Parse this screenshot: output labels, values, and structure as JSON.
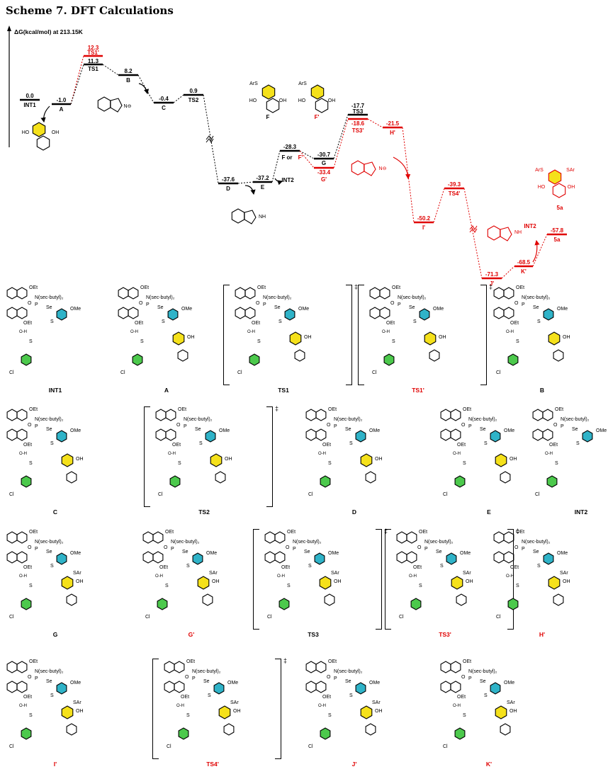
{
  "heading": "Scheme 7. DFT Calculations",
  "y_axis_label": "ΔG(kcal/mol) at 213.15K",
  "states": [
    {
      "id": "INT1",
      "energy": "0.0",
      "color": "black"
    },
    {
      "id": "A",
      "energy": "-1.0",
      "color": "black"
    },
    {
      "id": "TS1'",
      "energy": "12.3",
      "color": "red"
    },
    {
      "id": "TS1",
      "energy": "11.3",
      "color": "black"
    },
    {
      "id": "B",
      "energy": "8.2",
      "color": "black"
    },
    {
      "id": "C",
      "energy": "-0.4",
      "color": "black"
    },
    {
      "id": "TS2",
      "energy": "0.9",
      "color": "black"
    },
    {
      "id": "D",
      "energy": "-37.6",
      "color": "black"
    },
    {
      "id": "E",
      "energy": "-37.2",
      "color": "black"
    },
    {
      "id": "INT2",
      "energy": "",
      "color": "black"
    },
    {
      "id": "F or F'",
      "energy": "-28.3",
      "color": "black"
    },
    {
      "id": "G",
      "energy": "-30.7",
      "color": "black"
    },
    {
      "id": "G'",
      "energy": "-33.4",
      "color": "red"
    },
    {
      "id": "TS3",
      "energy": "-17.7",
      "color": "black"
    },
    {
      "id": "TS3'",
      "energy": "-18.6",
      "color": "red"
    },
    {
      "id": "H'",
      "energy": "-21.5",
      "color": "red"
    },
    {
      "id": "I'",
      "energy": "-50.2",
      "color": "red"
    },
    {
      "id": "TS4'",
      "energy": "-39.3",
      "color": "red"
    },
    {
      "id": "J'",
      "energy": "-71.3",
      "color": "red"
    },
    {
      "id": "K'",
      "energy": "-68.5",
      "color": "red"
    },
    {
      "id": "5a",
      "energy": "-57.8",
      "color": "red"
    }
  ],
  "inline_labels": {
    "F": "F",
    "F_prime": "F'",
    "INT2_right": "INT2",
    "product": "5a",
    "ars": "ArS",
    "sar": "SAr",
    "ho": "HO",
    "oh": "OH",
    "nh": "NH",
    "n_minus": "N⊖"
  },
  "structures": [
    {
      "label": "INT1",
      "color": "black",
      "bracket": false
    },
    {
      "label": "A",
      "color": "black",
      "bracket": false
    },
    {
      "label": "TS1",
      "color": "black",
      "bracket": true
    },
    {
      "label": "TS1'",
      "color": "red",
      "bracket": true
    },
    {
      "label": "B",
      "color": "black",
      "bracket": false
    },
    {
      "label": "C",
      "color": "black",
      "bracket": false
    },
    {
      "label": "TS2",
      "color": "black",
      "bracket": true
    },
    {
      "label": "D",
      "color": "black",
      "bracket": false
    },
    {
      "label": "E",
      "color": "black",
      "bracket": false
    },
    {
      "label": "INT2",
      "color": "black",
      "bracket": false
    },
    {
      "label": "G",
      "color": "black",
      "bracket": false
    },
    {
      "label": "G'",
      "color": "red",
      "bracket": false
    },
    {
      "label": "TS3",
      "color": "black",
      "bracket": true
    },
    {
      "label": "TS3'",
      "color": "red",
      "bracket": true
    },
    {
      "label": "H'",
      "color": "red",
      "bracket": false
    },
    {
      "label": "I'",
      "color": "red",
      "bracket": false
    },
    {
      "label": "TS4'",
      "color": "red",
      "bracket": true
    },
    {
      "label": "J'",
      "color": "red",
      "bracket": false
    },
    {
      "label": "K'",
      "color": "red",
      "bracket": false
    }
  ],
  "struct_text": {
    "oet": "OEt",
    "n_amine": "N(sec-butyl)₂",
    "p": "P",
    "se": "Se",
    "ome": "OMe",
    "cl": "Cl",
    "s": "S",
    "o": "O",
    "h": "H",
    "oh": "OH",
    "sar": "SAr",
    "dagger": "‡"
  },
  "colors": {
    "red": "#e00000",
    "yellow": "#f5e11b",
    "green": "#4cc94c",
    "cyan": "#2fb3c8",
    "black": "#000000"
  }
}
